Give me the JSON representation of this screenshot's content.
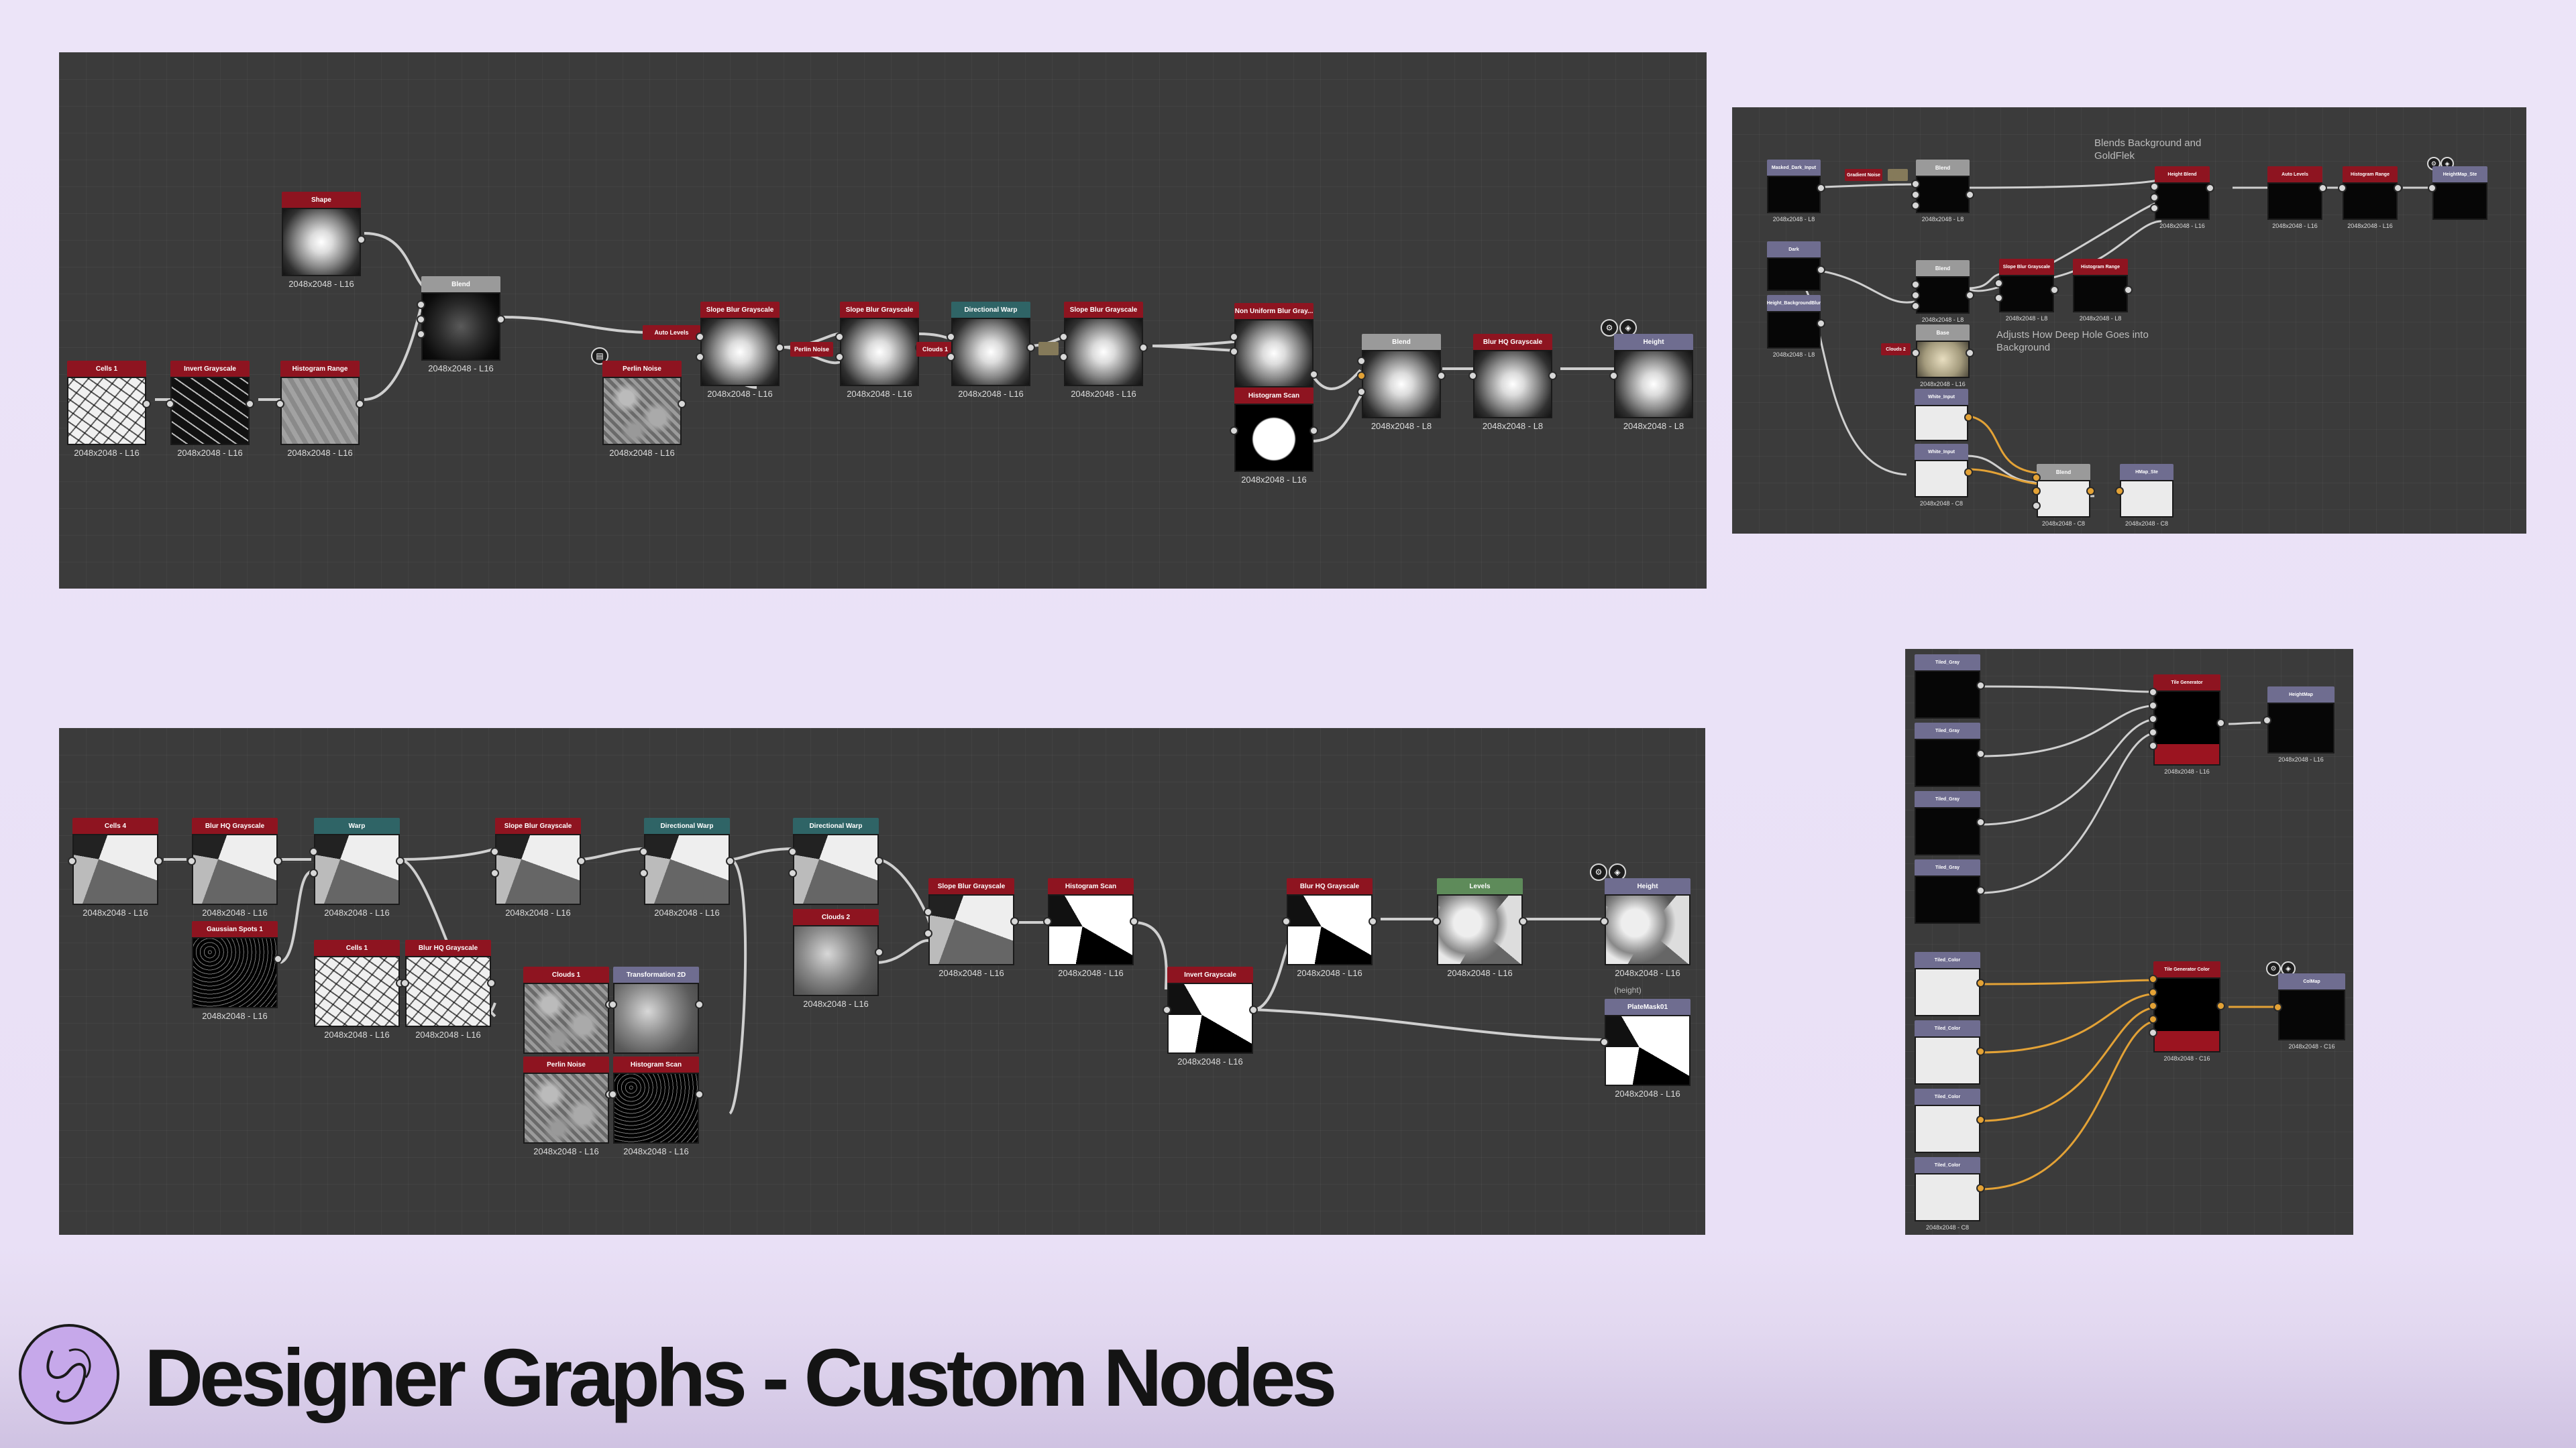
{
  "title": "Designer Graphs - Custom Nodes",
  "colors": {
    "background": "#ebe3f7",
    "panel": "#3b3b3b",
    "header_red": "#8e1420",
    "header_gray": "#9a9a9a",
    "header_teal": "#2f6466",
    "header_green": "#5e8b5a",
    "header_violet": "#6f6d90",
    "wire": "#cfcfcf",
    "wire_orange": "#e3a236"
  },
  "label_l16": "2048x2048 - L16",
  "label_l8": "2048x2048 - L8",
  "label_c16": "2048x2048 - C16",
  "label_c8": "2048x2048 - C8",
  "graph1": {
    "shape": "Shape",
    "blend": "Blend",
    "cells1": "Cells 1",
    "invert": "Invert Grayscale",
    "hist_range": "Histogram Range",
    "auto_levels": "Auto Levels",
    "perlin": "Perlin Noise",
    "slope1": "Slope Blur Grayscale",
    "slope2": "Slope Blur Grayscale",
    "perlin_chip": "Perlin Noise",
    "clouds_chip": "Clouds 1",
    "dir_warp": "Directional Warp",
    "slope3": "Slope Blur Grayscale",
    "non_uniform": "Non Uniform Blur Gray...",
    "hist_scan": "Histogram Scan",
    "blend2": "Blend",
    "blur_hq": "Blur HQ Grayscale",
    "height": "Height"
  },
  "graph2": {
    "masked": "Masked_Dark_Input",
    "gradient_chip": "Gradient Noise",
    "blend": "Blend",
    "dark": "Dark",
    "height_bg": "Height_BackgroundBlur",
    "blend2": "Blend",
    "clouds_chip": "Clouds 2",
    "slope": "Slope Blur Grayscale",
    "hist_range": "Histogram Range",
    "height_blend": "Height Blend",
    "auto_levels": "Auto Levels",
    "hist_range2": "Histogram Range",
    "output": "HeightMap_Ste",
    "base": "Base",
    "white1": "White_Input",
    "white2": "White_Input",
    "blend3": "Blend",
    "output2": "HMap_Ste",
    "comment1": "Blends Background and GoldFlek",
    "comment2": "Adjusts How Deep Hole Goes into Background"
  },
  "graph3": {
    "cells4": "Cells 4",
    "blur_hq": "Blur HQ Grayscale",
    "warp": "Warp",
    "slope": "Slope Blur Grayscale",
    "dir_warp": "Directional Warp",
    "dir_warp2": "Directional Warp",
    "gaussian": "Gaussian Spots 1",
    "cells1": "Cells 1",
    "blur_hq2": "Blur HQ Grayscale",
    "clouds1": "Clouds 1",
    "transform": "Transformation 2D",
    "perlin": "Perlin Noise",
    "hist_scan": "Histogram Scan",
    "clouds2": "Clouds 2",
    "slope2": "Slope Blur Grayscale",
    "hist_scan2": "Histogram Scan",
    "invert": "Invert Grayscale",
    "blur_hq3": "Blur HQ Grayscale",
    "levels": "Levels",
    "height": "Height",
    "height_caption": "(height)",
    "plate": "PlateMask01"
  },
  "graph4": {
    "tiled_gray": "Tiled_Gray",
    "tiled_color": "Tiled_Color",
    "tile_gen": "Tile Generator",
    "tile_gen_color": "Tile Generator Color",
    "heightmap": "HeightMap",
    "colmap": "ColMap"
  }
}
